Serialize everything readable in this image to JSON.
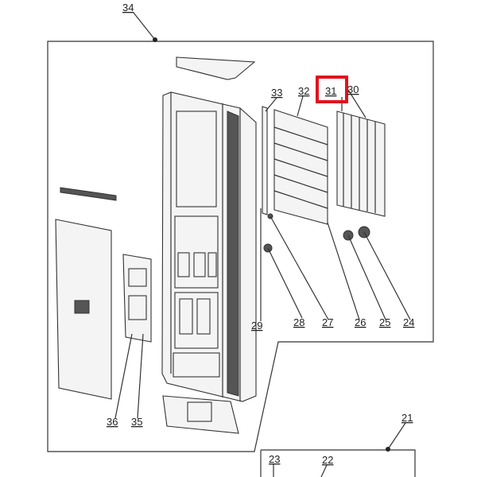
{
  "diagram": {
    "callouts": [
      {
        "id": "34",
        "text": "34"
      },
      {
        "id": "33",
        "text": "33"
      },
      {
        "id": "32",
        "text": "32"
      },
      {
        "id": "31",
        "text": "31",
        "highlighted": true
      },
      {
        "id": "30",
        "text": "30"
      },
      {
        "id": "29",
        "text": "29"
      },
      {
        "id": "28",
        "text": "28"
      },
      {
        "id": "27",
        "text": "27"
      },
      {
        "id": "26",
        "text": "26"
      },
      {
        "id": "25",
        "text": "25"
      },
      {
        "id": "24",
        "text": "24"
      },
      {
        "id": "36",
        "text": "36"
      },
      {
        "id": "35",
        "text": "35"
      },
      {
        "id": "21",
        "text": "21"
      },
      {
        "id": "23",
        "text": "23"
      },
      {
        "id": "22",
        "text": "22"
      }
    ],
    "highlight_color": "#e0141e"
  }
}
